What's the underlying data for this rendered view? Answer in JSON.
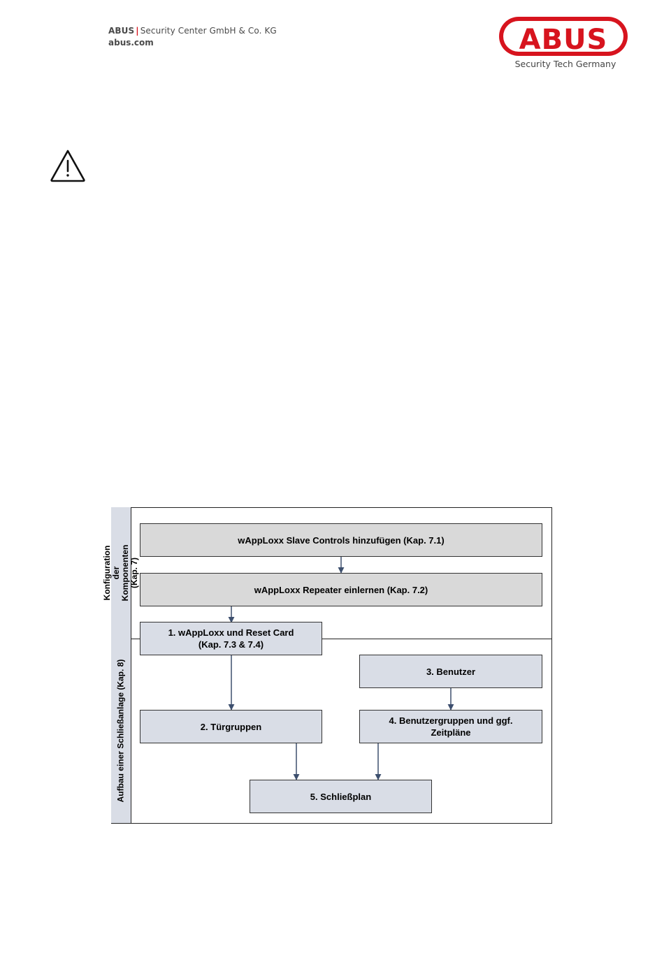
{
  "header": {
    "brand": "ABUS",
    "separator": "|",
    "company": "Security Center GmbH & Co. KG",
    "website": "abus.com"
  },
  "logo": {
    "word": "ABUS",
    "tagline": "Security Tech Germany",
    "brand_color": "#d7141e"
  },
  "warning_icon": "warning-triangle-icon",
  "diagram": {
    "section_labels": {
      "configuration": "Konfiguration der\nKomponenten (Kap. 7)",
      "setup": "Aufbau einer Schließanlage (Kap. 8)"
    },
    "boxes": {
      "slave_controls": "wAppLoxx Slave Controls hinzufügen (Kap. 7.1)",
      "repeater": "wAppLoxx Repeater einlernen (Kap. 7.2)",
      "reset_card": "1. wAppLoxx und Reset Card\n(Kap. 7.3 & 7.4)",
      "tuergruppen": "2. Türgruppen",
      "benutzer": "3. Benutzer",
      "benutzergruppen": "4. Benutzergruppen und ggf.\nZeitpläne",
      "schliessplan": "5. Schließplan"
    },
    "colors": {
      "configuration_box": "#d9d9d9",
      "setup_box": "#d9dde6",
      "arrow": "#3d4f6e"
    }
  }
}
